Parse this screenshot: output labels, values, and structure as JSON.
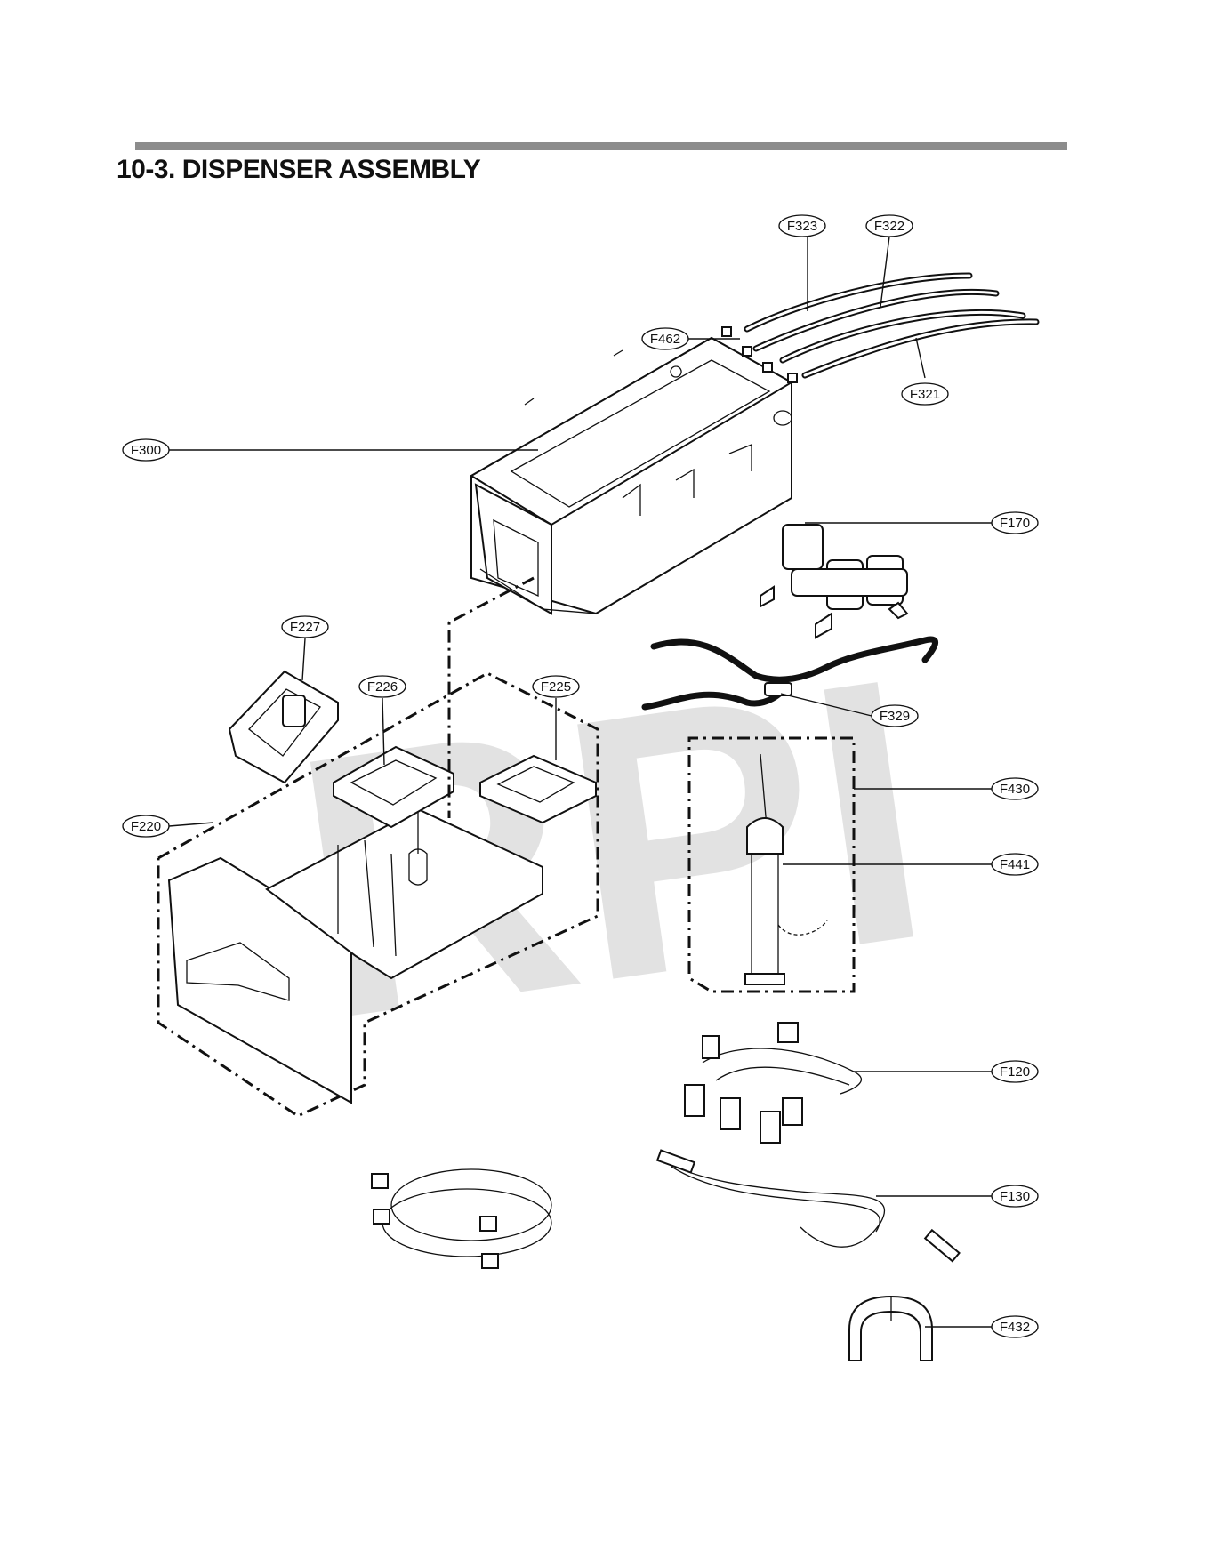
{
  "page": {
    "title": "10-3. DISPENSER ASSEMBLY",
    "watermark": "RPI"
  },
  "labels": [
    {
      "id": "F323",
      "text": "F323"
    },
    {
      "id": "F322",
      "text": "F322"
    },
    {
      "id": "F462",
      "text": "F462"
    },
    {
      "id": "F321",
      "text": "F321"
    },
    {
      "id": "F300",
      "text": "F300"
    },
    {
      "id": "F170",
      "text": "F170"
    },
    {
      "id": "F227",
      "text": "F227"
    },
    {
      "id": "F226",
      "text": "F226"
    },
    {
      "id": "F225",
      "text": "F225"
    },
    {
      "id": "F329",
      "text": "F329"
    },
    {
      "id": "F430",
      "text": "F430"
    },
    {
      "id": "F220",
      "text": "F220"
    },
    {
      "id": "F441",
      "text": "F441"
    },
    {
      "id": "F120",
      "text": "F120"
    },
    {
      "id": "F130",
      "text": "F130"
    },
    {
      "id": "F432",
      "text": "F432"
    }
  ]
}
